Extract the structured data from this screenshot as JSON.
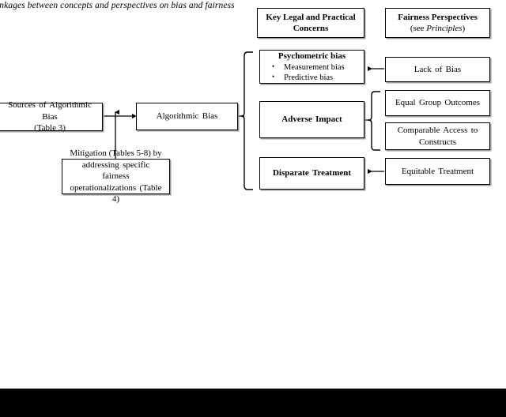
{
  "figure": {
    "caption": "inkages between concepts and perspectives on bias and fairness"
  },
  "headers": {
    "key_legal": "Key Legal and Practical Concerns",
    "fairness_title": "Fairness Perspectives",
    "fairness_subtitle_prefix": "(see ",
    "fairness_subtitle_italic": "Principles",
    "fairness_subtitle_suffix": ")"
  },
  "left_column": {
    "sources": "Sources of Algorithmic Bias",
    "sources_note": "(Table 3)",
    "algorithmic_bias": "Algorithmic Bias",
    "mitigation_line1": "Mitigation (Tables 5-8) by",
    "mitigation_line2": "addressing specific fairness",
    "mitigation_line3": "operationalizations (Table 4)"
  },
  "concerns": {
    "psychometric_title": "Psychometric bias",
    "psychometric_items": [
      "Measurement bias",
      "Predictive bias"
    ],
    "adverse_impact": "Adverse Impact",
    "disparate_treatment": "Disparate Treatment"
  },
  "perspectives": {
    "lack_of_bias": "Lack of Bias",
    "equal_group_outcomes": "Equal Group Outcomes",
    "comparable_access_line1": "Comparable Access to",
    "comparable_access_line2": "Constructs",
    "equitable_treatment": "Equitable Treatment"
  },
  "colors": {
    "line": "#000000",
    "shadow": "#9a9a9a",
    "background": "#ffffff",
    "bottom_bar": "#000000"
  }
}
